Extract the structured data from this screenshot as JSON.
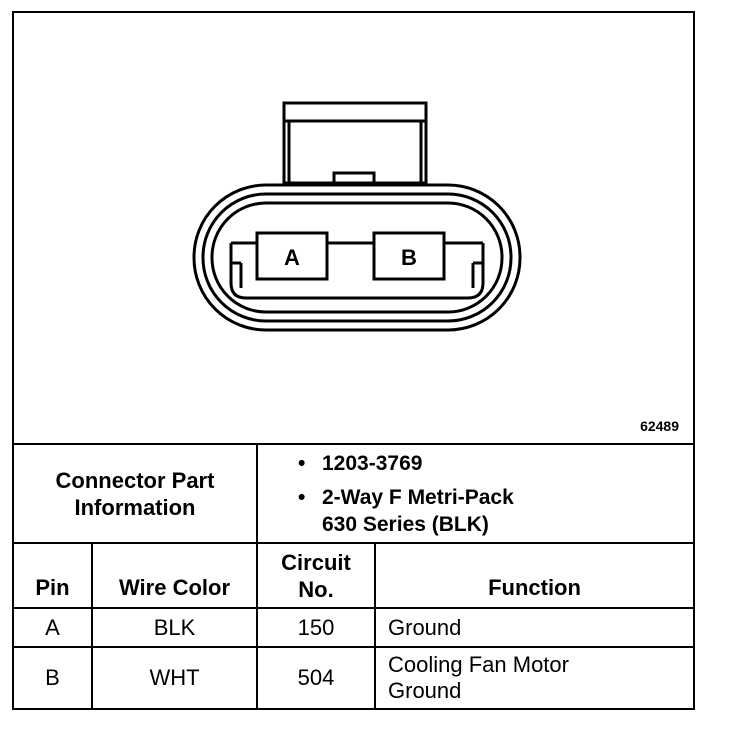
{
  "figure_id": "62489",
  "connector": {
    "pin_a_label": "A",
    "pin_b_label": "B"
  },
  "part_info": {
    "label_line1": "Connector Part",
    "label_line2": "Information",
    "bullet": "•",
    "part_number": "1203-3769",
    "description_line1": "2-Way F Metri-Pack",
    "description_line2": "630 Series (BLK)"
  },
  "table": {
    "headers": {
      "pin": "Pin",
      "wire_color": "Wire Color",
      "circuit_line1": "Circuit",
      "circuit_line2": "No.",
      "function": "Function"
    },
    "rows": [
      {
        "pin": "A",
        "wire_color": "BLK",
        "circuit": "150",
        "function_line1": "Ground",
        "function_line2": ""
      },
      {
        "pin": "B",
        "wire_color": "WHT",
        "circuit": "504",
        "function_line1": "Cooling Fan Motor",
        "function_line2": "Ground"
      }
    ]
  }
}
